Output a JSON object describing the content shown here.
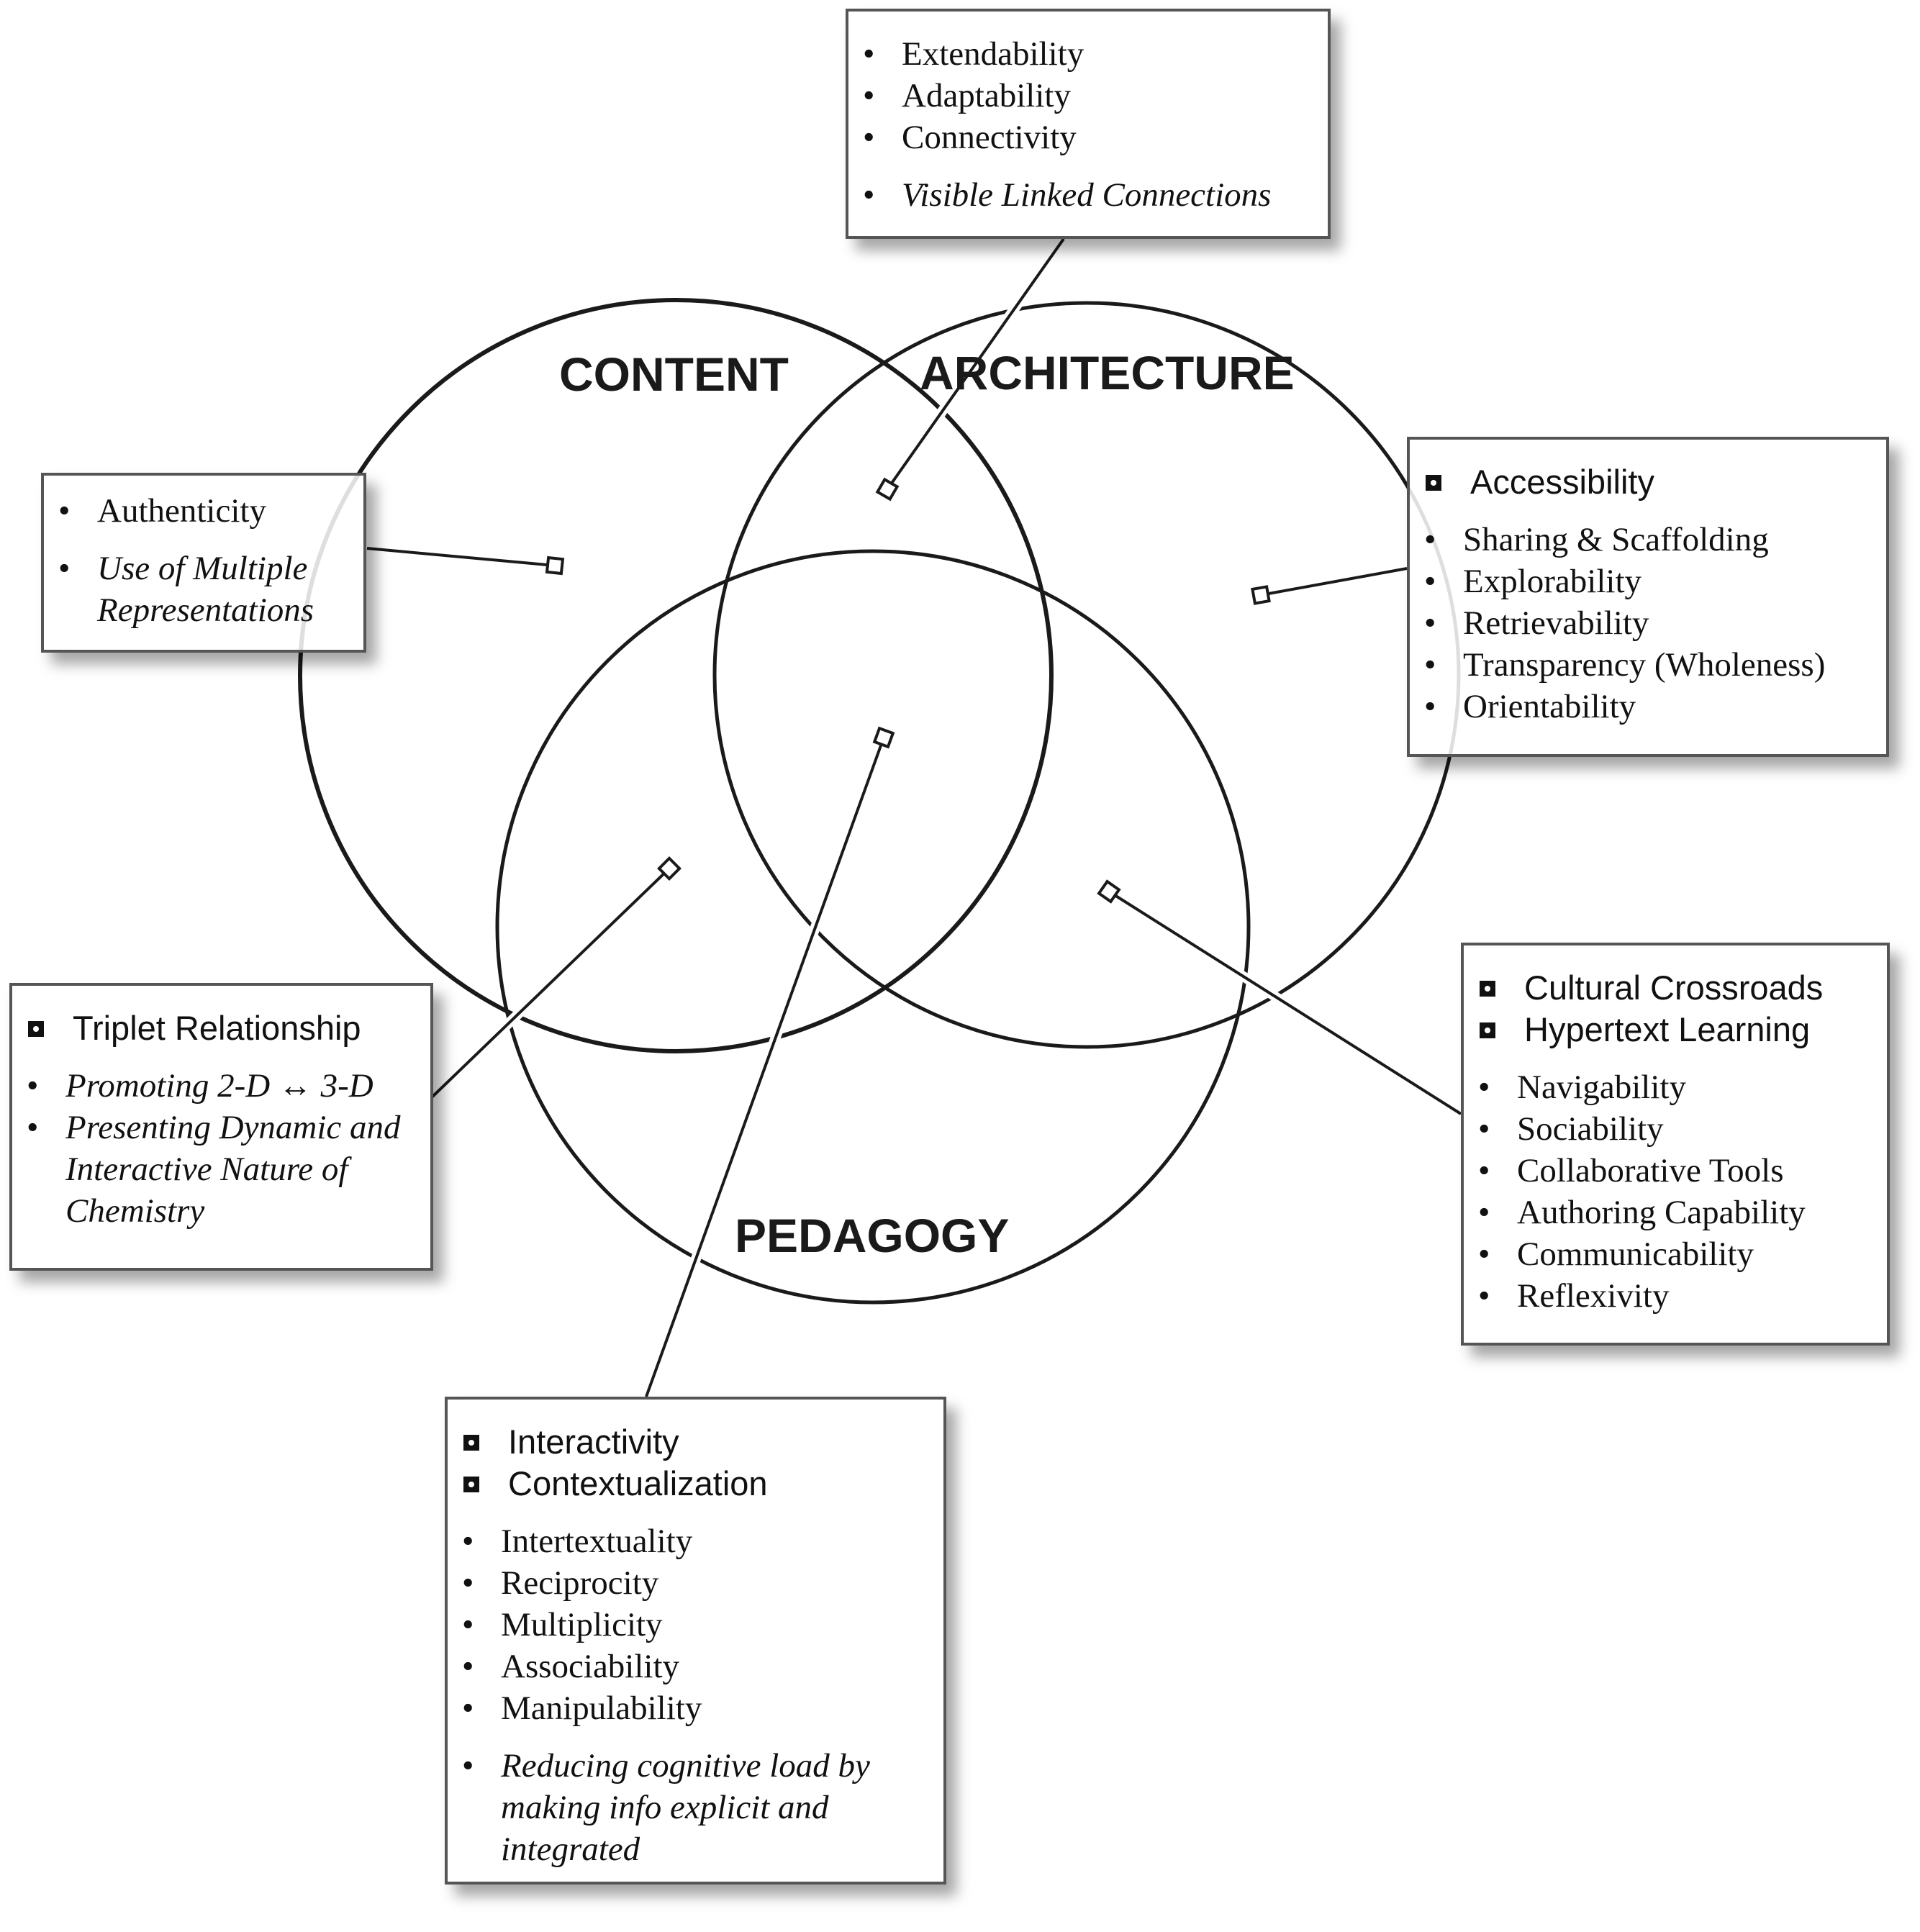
{
  "diagram": {
    "sets": [
      {
        "id": "content",
        "label": "CONTENT"
      },
      {
        "id": "architecture",
        "label": "ARCHITECTURE"
      },
      {
        "id": "pedagogy",
        "label": "PEDAGOGY"
      }
    ],
    "callouts": {
      "top": {
        "region": "content-architecture overlap",
        "bullets": [
          "Extendability",
          "Adaptability",
          "Connectivity"
        ],
        "italic_bullets": [
          "Visible Linked Connections"
        ]
      },
      "content": {
        "region": "content only",
        "bullets": [
          "Authenticity"
        ],
        "italic_bullets": [
          "Use of Multiple Representations"
        ]
      },
      "architecture": {
        "region": "architecture only",
        "headings": [
          "Accessibility"
        ],
        "bullets": [
          "Sharing & Scaffolding",
          "Explorability",
          "Retrievability",
          "Transparency (Wholeness)",
          "Orientability"
        ]
      },
      "triplet": {
        "region": "content-pedagogy overlap",
        "headings": [
          "Triplet Relationship"
        ],
        "italic_bullets": [
          "Promoting 2-D ↔ 3-D",
          "Presenting Dynamic and Interactive Nature of Chemistry"
        ]
      },
      "hypertext": {
        "region": "architecture-pedagogy overlap",
        "headings": [
          "Cultural Crossroads",
          "Hypertext Learning"
        ],
        "bullets": [
          "Navigability",
          "Sociability",
          "Collaborative Tools",
          "Authoring Capability",
          "Communicability",
          "Reflexivity"
        ]
      },
      "center": {
        "region": "all three overlap",
        "headings": [
          "Interactivity",
          "Contextualization"
        ],
        "bullets": [
          "Intertextuality",
          "Reciprocity",
          "Multiplicity",
          "Associability",
          "Manipulability"
        ],
        "italic_bullets": [
          "Reducing cognitive load by making info explicit and integrated"
        ]
      }
    },
    "bullet_glyph": "•",
    "icons": {
      "heading_marker": "filled-square-with-dot-icon",
      "anchor": "hollow-square-anchor-icon"
    }
  }
}
